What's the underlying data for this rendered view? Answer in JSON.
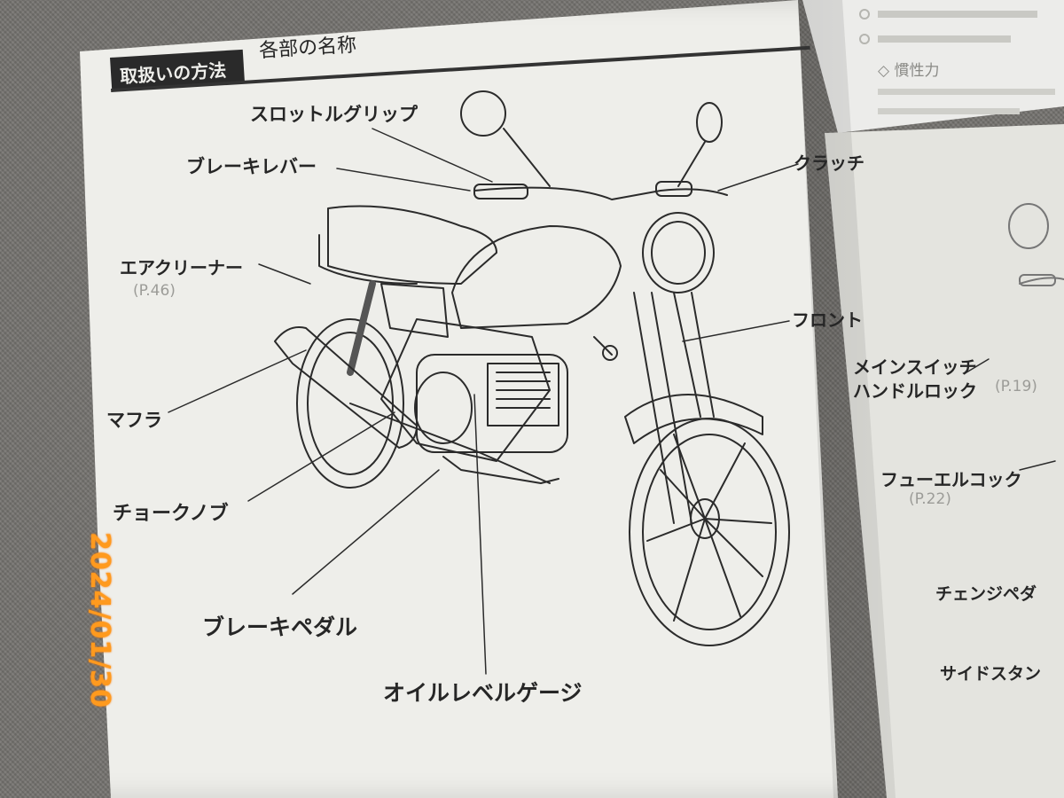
{
  "header": {
    "section_tag": "取扱いの方法",
    "title": "各部の名称"
  },
  "labels": {
    "throttle_grip": "スロットルグリップ",
    "brake_lever": "ブレーキレバー",
    "clutch_partial": "クラッチ",
    "air_cleaner": "エアクリーナー",
    "air_cleaner_ref": "(P.46)",
    "front_partial": "フロント",
    "main_switch": "メインスイッチ",
    "handle_lock": "ハンドルロック",
    "handle_lock_ref": "(P.19)",
    "muffler": "マフラ",
    "fuel_cock": "フューエルコック",
    "fuel_cock_ref": "(P.22)",
    "choke_knob": "チョークノブ",
    "change_pedal_partial": "チェンジペダ",
    "brake_pedal": "ブレーキペダル",
    "side_stand_partial": "サイドスタン",
    "oil_level_gauge": "オイルレベルゲージ"
  },
  "right_page": {
    "line_1": "◇ 慣性力"
  },
  "date_stamp": "2024/01/30"
}
